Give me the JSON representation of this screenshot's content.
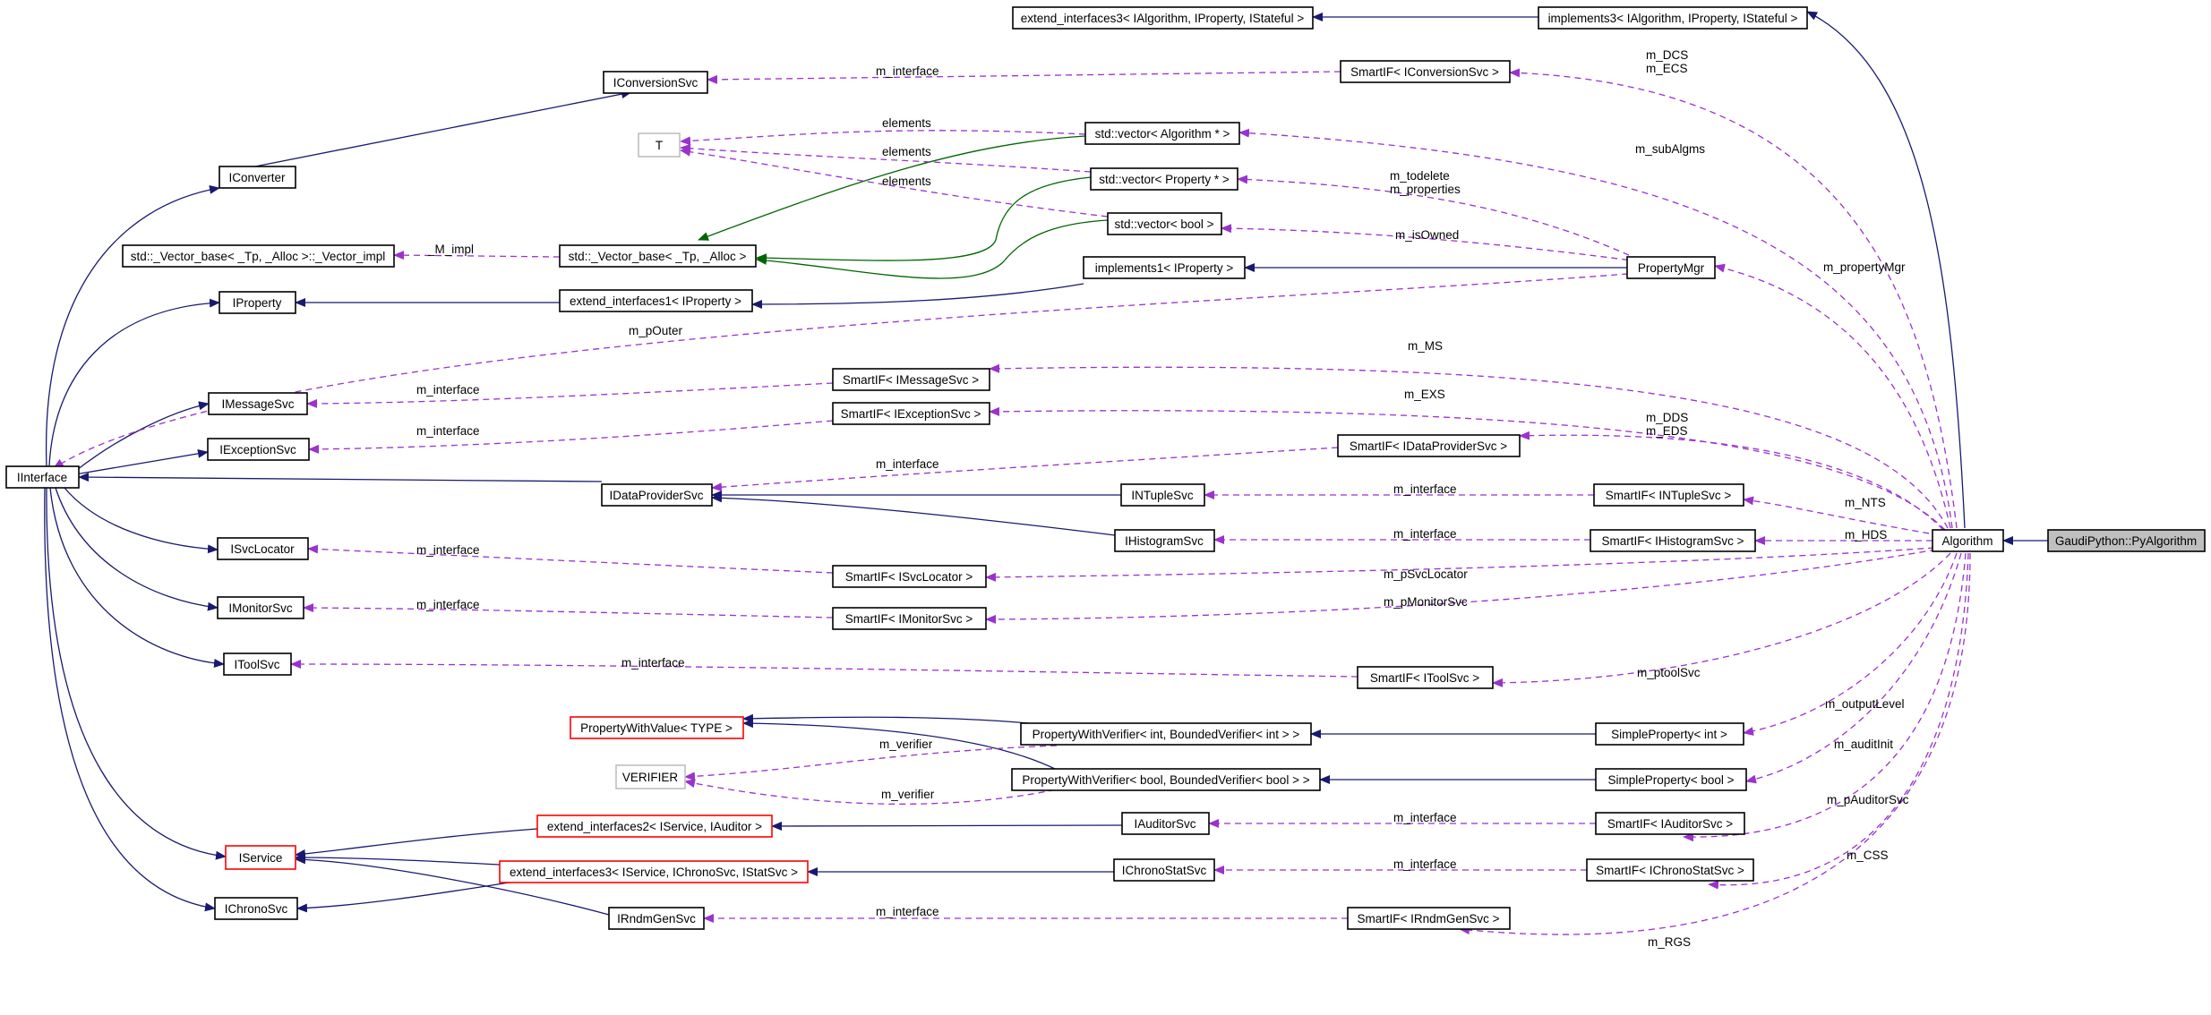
{
  "diagram": {
    "colors": {
      "inheritance": "#191970",
      "template": "#006400",
      "usage": "#9a32cd",
      "red_border": "#ff0000",
      "grey_border": "#bfbfbf",
      "focus_fill": "#bfbfbf"
    },
    "nodes": {
      "extend_interfaces3_alg": "extend_interfaces3< IAlgorithm, IProperty, IStateful >",
      "implements3": "implements3< IAlgorithm, IProperty, IStateful >",
      "iconversionsvc": "IConversionSvc",
      "smartif_iconversionsvc": "SmartIF< IConversionSvc >",
      "t": "T",
      "vector_algorithm": "std::vector< Algorithm * >",
      "vector_property": "std::vector< Property * >",
      "vector_bool": "std::vector< bool >",
      "iconverter": "IConverter",
      "vector_base_impl": "std::_Vector_base< _Tp, _Alloc >::_Vector_impl",
      "vector_base": "std::_Vector_base< _Tp, _Alloc >",
      "implements1": "implements1< IProperty >",
      "propertymgr": "PropertyMgr",
      "iproperty": "IProperty",
      "extend_interfaces1": "extend_interfaces1< IProperty >",
      "smartif_imessagesvc": "SmartIF< IMessageSvc >",
      "imessagesvc": "IMessageSvc",
      "smartif_iexceptionsvc": "SmartIF< IExceptionSvc >",
      "iexceptionsvc": "IExceptionSvc",
      "smartif_idataprovidersvc": "SmartIF< IDataProviderSvc >",
      "iinterface": "IInterface",
      "idataprovidersvc": "IDataProviderSvc",
      "intuplesvc": "INTupleSvc",
      "smartif_intuplesvc": "SmartIF< INTupleSvc >",
      "isvclocator": "ISvcLocator",
      "ihistogramsvc": "IHistogramSvc",
      "smartif_ihistogramsvc": "SmartIF< IHistogramSvc >",
      "algorithm": "Algorithm",
      "pyalgorithm": "GaudiPython::PyAlgorithm",
      "smartif_isvclocator": "SmartIF< ISvcLocator >",
      "imonitorsvc": "IMonitorSvc",
      "smartif_imonitorsvc": "SmartIF< IMonitorSvc >",
      "itoolsvc": "IToolSvc",
      "smartif_itoolsvc": "SmartIF< IToolSvc >",
      "propertywithvalue": "PropertyWithValue< TYPE >",
      "pwv_int": "PropertyWithVerifier< int, BoundedVerifier< int > >",
      "simpleproperty_int": "SimpleProperty< int >",
      "verifier": "VERIFIER",
      "pwv_bool": "PropertyWithVerifier< bool, BoundedVerifier< bool > >",
      "simpleproperty_bool": "SimpleProperty< bool >",
      "extend_interfaces2": "extend_interfaces2< IService, IAuditor >",
      "iauditorsvc": "IAuditorSvc",
      "smartif_iauditorsvc": "SmartIF< IAuditorSvc >",
      "iservice": "IService",
      "extend_interfaces3_svc": "extend_interfaces3< IService, IChronoSvc, IStatSvc >",
      "ichronostatsvc": "IChronoStatSvc",
      "smartif_ichronostatsvc": "SmartIF< IChronoStatSvc >",
      "ichronosvc": "IChronoSvc",
      "irndmgensvc": "IRndmGenSvc",
      "smartif_irndmgensvc": "SmartIF< IRndmGenSvc >"
    },
    "labels": {
      "m_interface_conv": "m_interface",
      "m_dcs_ecs": "m_DCS\nm_ECS",
      "elements_1": "elements",
      "elements_2": "elements",
      "elements_3": "elements",
      "m_subalgms": "m_subAlgms",
      "m_todelete_properties": "m_todelete\nm_properties",
      "m_isowned": "m_isOwned",
      "m_impl": "_M_impl",
      "m_propertymgr": "m_propertyMgr",
      "m_pouter": "m_pOuter",
      "m_ms": "m_MS",
      "m_interface_msg": "m_interface",
      "m_exs": "m_EXS",
      "m_interface_exc": "m_interface",
      "m_dds_eds": "m_DDS\nm_EDS",
      "m_interface_dp": "m_interface",
      "m_interface_nt": "m_interface",
      "m_nts": "m_NTS",
      "m_interface_hist": "m_interface",
      "m_hds": "m_HDS",
      "m_interface_svcloc": "m_interface",
      "m_psvclocator": "m_pSvcLocator",
      "m_interface_mon": "m_interface",
      "m_pmonitorsvc": "m_pMonitorSvc",
      "m_interface_tool": "m_interface",
      "m_ptoolsvc": "m_ptoolSvc",
      "m_outputlevel": "m_outputLevel",
      "m_verifier_1": "m_verifier",
      "m_auditinit": "m_auditInit",
      "m_verifier_2": "m_verifier",
      "m_interface_aud": "m_interface",
      "m_pauditorsvc": "m_pAuditorSvc",
      "m_interface_chrono": "m_interface",
      "m_css": "m_CSS",
      "m_interface_rndm": "m_interface",
      "m_rgs": "m_RGS"
    }
  }
}
